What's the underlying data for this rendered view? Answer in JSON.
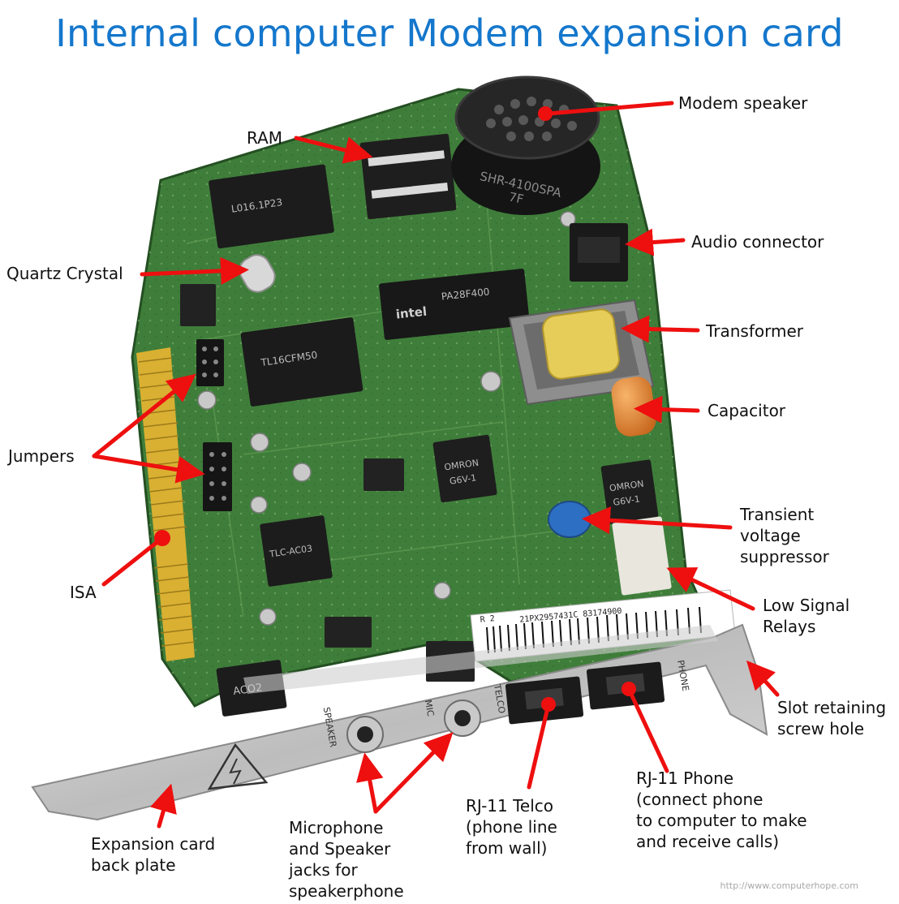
{
  "title": "Internal computer Modem expansion card",
  "labels": {
    "modem_speaker": [
      "Modem speaker"
    ],
    "ram": [
      "RAM"
    ],
    "audio_connector": [
      "Audio connector"
    ],
    "quartz_crystal": [
      "Quartz Crystal"
    ],
    "transformer": [
      "Transformer"
    ],
    "capacitor": [
      "Capacitor"
    ],
    "jumpers": [
      "Jumpers"
    ],
    "tvs": [
      "Transient",
      "voltage",
      "suppressor"
    ],
    "isa": [
      "ISA"
    ],
    "low_signal_relays": [
      "Low Signal",
      "Relays"
    ],
    "slot_screw_hole": [
      "Slot retaining",
      "screw hole"
    ],
    "back_plate": [
      "Expansion card",
      "back plate"
    ],
    "mic_speaker_jacks": [
      "Microphone",
      "and Speaker",
      "jacks for",
      "speakerphone"
    ],
    "rj11_telco": [
      "RJ-11 Telco",
      "(phone line",
      "from wall)"
    ],
    "rj11_phone": [
      "RJ-11 Phone",
      "(connect phone",
      "to computer to make",
      "and receive calls)"
    ]
  },
  "card_markings": {
    "speaker_model": "SHR-4100SPA",
    "speaker_rev": "7F",
    "intel_brand": "intel",
    "flash_code": "PA28F400",
    "jack_speaker": "SPEAKER",
    "jack_mic": "MIC",
    "jack_telco": "TELCO",
    "jack_phone": "PHONE",
    "barcode_text": "21PX2957431C  83174900",
    "barcode_rev": "R 2",
    "relay_brand": "OMRON",
    "relay_model": "G6V-1",
    "chip_lu": "L016.1P23",
    "chip_tl": "TL16CFM50",
    "chip_tlc": "TLC-AC03",
    "chip_aco2": "ACO2"
  },
  "credit": "http://www.computerhope.com",
  "colors": {
    "title": "#1477cc",
    "arrow": "#ee0f0f",
    "pcb": "#3f7e3a",
    "gold": "#d9b032"
  }
}
